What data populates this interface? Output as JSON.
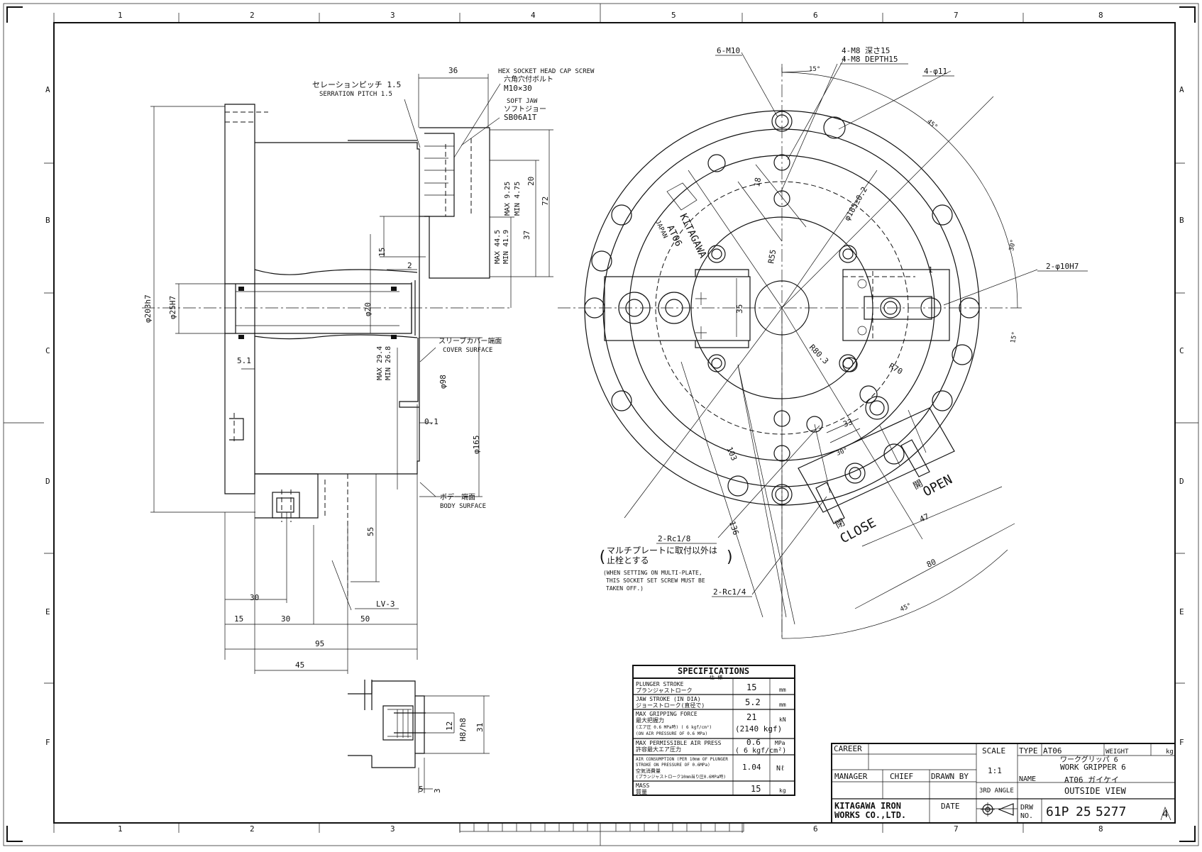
{
  "grid": {
    "cols": [
      "1",
      "2",
      "3",
      "4",
      "5",
      "6",
      "7",
      "8"
    ],
    "rows": [
      "A",
      "B",
      "C",
      "D",
      "E",
      "F"
    ]
  },
  "side_view": {
    "dims": {
      "d203": "φ203h7",
      "d25": "φ25H7",
      "d20": "φ20",
      "d98": "φ98",
      "d165": "φ165",
      "w36": "36",
      "h72": "72",
      "h37": "37",
      "h20": "20",
      "h15": "15",
      "h2": "2",
      "h51": "5.1",
      "h01": "0.1",
      "h55": "55",
      "w30a": "30",
      "w15": "15",
      "w30b": "30",
      "w50": "50",
      "w95": "95",
      "w45": "45",
      "max925": "MAX 9.25",
      "min475": "MIN 4.75",
      "max445": "MAX 44.5",
      "min419": "MIN 41.9",
      "max294": "MAX 29.4",
      "min268": "MIN 26.8"
    },
    "labels": {
      "serration_jp": "セレーションピッチ 1.5",
      "serration_en": "SERRATION PITCH 1.5",
      "hex_en": "HEX SOCKET HEAD CAP SCREW",
      "hex_jp": "六角穴付ボルト",
      "hex_size": "M10×30",
      "soft_en": "SOFT JAW",
      "soft_jp": "ソフトジョー",
      "soft_part": "SB06A1T",
      "sleeve_jp": "スリーブカバー端面",
      "sleeve_en": "COVER SURFACE",
      "body_jp": "ボデー端面",
      "body_en": "BODY SURFACE",
      "lv3": "LV-3"
    }
  },
  "detail_view": {
    "dims": {
      "h12": "12",
      "h8h8": "H8/h8",
      "h31": "31",
      "w5": "5",
      "w3": "3"
    }
  },
  "front_view": {
    "labels": {
      "m10": "6-M10",
      "m8_jp": "4-M8 深さ15",
      "m8_en": "4-M8 DEPTH15",
      "phi11": "4-φ11",
      "h7": "2-φ10H7",
      "rc18": "2-Rc1/8",
      "rc14": "2-Rc1/4",
      "multi_jp_1": "マルチプレートに取付以外は",
      "multi_jp_2": "止栓とする",
      "multi_en_1": "(WHEN SETTING ON MULTI-PLATE,",
      "multi_en_2": "THIS SOCKET SET SCREW MUST BE",
      "multi_en_3": "TAKEN OFF.)",
      "open_jp": "開",
      "open_en": "OPEN",
      "close_jp": "閉",
      "close_en": "CLOSE",
      "brand1": "KITAGAWA",
      "brand2": "AT06",
      "brand3": "JAPAN"
    },
    "dims": {
      "a15a": "15°",
      "a45a": "45°",
      "a30": "30°",
      "a15b": "15°",
      "a30b": "30°",
      "a45b": "45°",
      "d185": "φ185±0.2",
      "r55": "R55",
      "r803": "R80.3",
      "r70": "R70",
      "d18": "18",
      "d35": "35",
      "d1": "1",
      "d33": "33",
      "d47": "47",
      "d80": "80",
      "d103": "103",
      "d136": "136"
    }
  },
  "specs": {
    "title": "SPECIFICATIONS",
    "title_jp": "仕 様",
    "rows": [
      {
        "en": "PLUNGER STROKE",
        "jp": "プランジャストローク",
        "value": "15",
        "unit": "mm"
      },
      {
        "en": "JAW STROKE (IN DIA)",
        "jp": "ジョーストローク(直径で)",
        "value": "5.2",
        "unit": "mm"
      },
      {
        "en": "MAX GRIPPING FORCE",
        "jp": "最大把握力",
        "sub1": "(エア圧 0.6 MPa時)   ( 6 kgf/cm²)",
        "sub2": "(ON AIR PRESSURE OF 0.6 MPa)",
        "value": "21",
        "unit": "kN",
        "value2": "(2140 kgf)"
      },
      {
        "en": "MAX PERMISSIBLE AIR PRESS",
        "jp": "許容最大エア圧力",
        "value": "0.6",
        "unit": "MPa",
        "value2": "( 6  kgf/cm²)"
      },
      {
        "en": "AIR CONSUMPTION (PER 10mm OF PLUNGER",
        "jp": "STROKE ON PRESSURE OF 0.6MPa)",
        "sub1": "空気消費量",
        "sub2": "(プランジャストローク10mm当り圧0.6MPa時)",
        "value": "1.04",
        "unit": "Nℓ"
      },
      {
        "en": "MASS",
        "jp": "質量",
        "value": "15",
        "unit": "kg"
      }
    ]
  },
  "title_block": {
    "career": "CAREER",
    "scale_label": "SCALE",
    "scale": "1:1",
    "type_label": "TYPE",
    "type": "AT06",
    "weight_label": "WEIGHT",
    "weight_unit": "kg",
    "name_jp": "ワークグリッパ 6",
    "name_en": "WORK GRIPPER 6",
    "manager": "MANAGER",
    "chief": "CHIEF",
    "drawn_by": "DRAWN BY",
    "angle": "3RD ANGLE",
    "name_label": "NAME",
    "sub_jp": "AT06 ガイケイ",
    "sub_en": "OUTSIDE VIEW",
    "company1": "KITAGAWA IRON",
    "company2": "WORKS CO.,LTD.",
    "date": "DATE",
    "drw": "DRW",
    "no": "NO.",
    "num1": "61P",
    "num2": "25",
    "num3": "5277",
    "rev": "4"
  }
}
